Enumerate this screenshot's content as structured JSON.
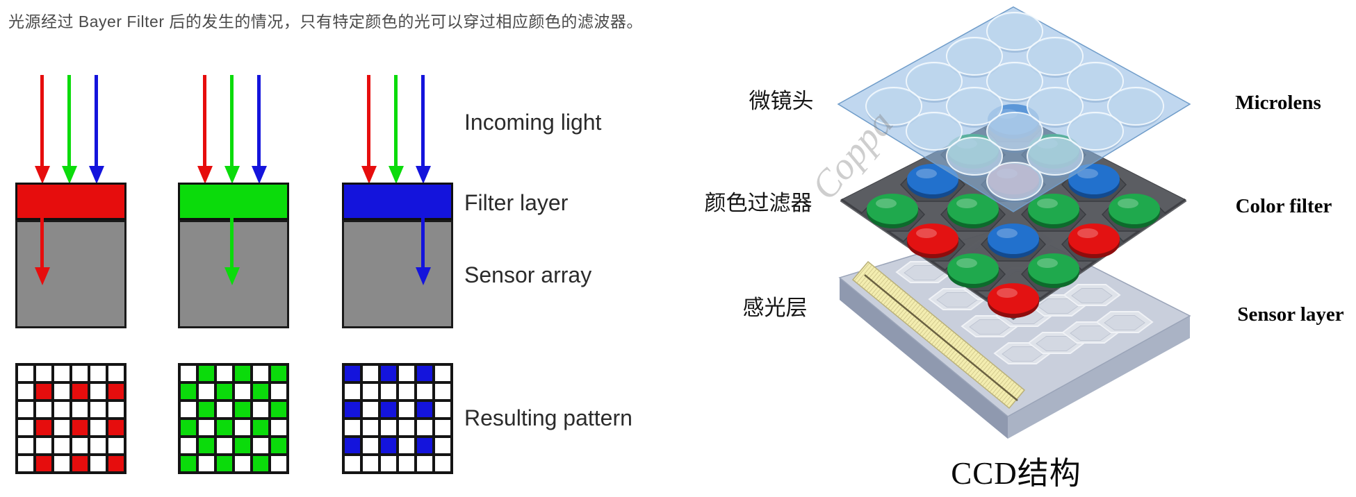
{
  "caption": "光源经过 Bayer Filter 后的发生的情况，只有特定颜色的光可以穿过相应颜色的滤波器。",
  "left_diagram": {
    "labels": {
      "incoming": "Incoming light",
      "filter": "Filter layer",
      "sensor": "Sensor array",
      "resulting": "Resulting pattern"
    },
    "palette": {
      "R": "#e60d0d",
      "G": "#0bdb0b",
      "B": "#1414dc",
      "sensor": "#8a8a8a",
      "frame": "#141414"
    },
    "incoming_order": [
      "R",
      "G",
      "B"
    ],
    "columns": [
      {
        "filter": "R",
        "passes": "R",
        "pattern": [
          "......",
          ".R.R.R",
          "......",
          ".R.R.R",
          "......",
          ".R.R.R"
        ]
      },
      {
        "filter": "G",
        "passes": "G",
        "pattern": [
          ".G.G.G",
          "G.G.G.",
          ".G.G.G",
          "G.G.G.",
          ".G.G.G",
          "G.G.G."
        ]
      },
      {
        "filter": "B",
        "passes": "B",
        "pattern": [
          "B.B.B.",
          "......",
          "B.B.B.",
          "......",
          "B.B.B.",
          "......"
        ]
      }
    ]
  },
  "right_diagram": {
    "watermark": "Coppa",
    "title": "CCD结构",
    "layer_labels": [
      {
        "zh": "微镜头",
        "en": "Microlens"
      },
      {
        "zh": "颜色过滤器",
        "en": "Color filter"
      },
      {
        "zh": "感光层",
        "en": "Sensor layer"
      }
    ],
    "bayer_matrix": [
      [
        "B",
        "G",
        "B",
        "G"
      ],
      [
        "G",
        "R",
        "G",
        "R"
      ],
      [
        "B",
        "G",
        "B",
        "G"
      ],
      [
        "G",
        "R",
        "G",
        "R"
      ]
    ],
    "dot_colors": {
      "R": {
        "top": "#e31212",
        "side": "#8e0d0d"
      },
      "G": {
        "top": "#1fa94d",
        "side": "#0d6a2c"
      },
      "B": {
        "top": "#2271cd",
        "side": "#134a8e"
      }
    },
    "surface_colors": {
      "microlens": "#8db7e2",
      "filter": "#56585d",
      "sensor_top": "#c9cfdc",
      "sensor_side_left": "#8f99af",
      "sensor_side_right": "#aab3c5",
      "strip": "#f3edb0"
    }
  }
}
